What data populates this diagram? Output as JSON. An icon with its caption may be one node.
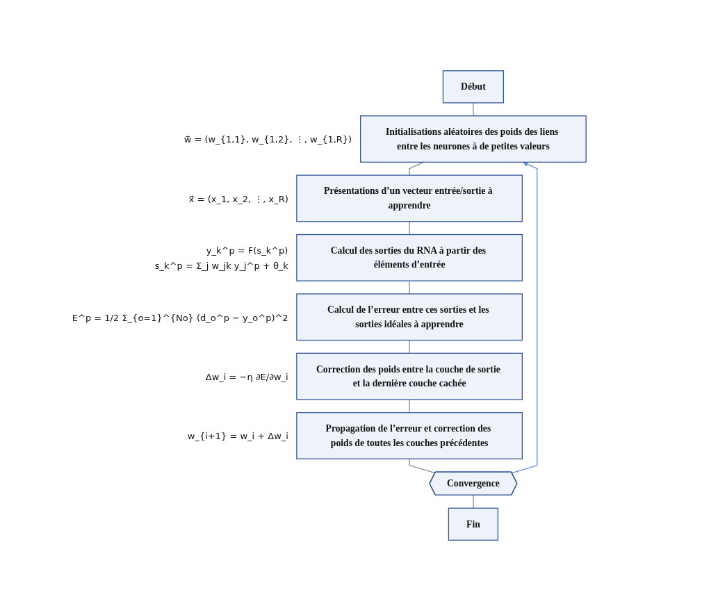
{
  "diagram": {
    "nodes": [
      {
        "text": [
          "Début"
        ]
      },
      {
        "text": [
          "Initialisations aléatoires des poids des liens entre les neurones à de petites valeurs"
        ],
        "beside": [
          "w⃗ = (w_{1,1}, w_{1,2}, ⋮, w_{1,R})"
        ]
      },
      {
        "text": [
          "Présentations d’un vecteur entrée/sortie à apprendre"
        ],
        "beside": [
          "x⃗ = (x_1, x_2, ⋮, x_R)"
        ]
      },
      {
        "text": [
          "Calcul des sorties du RNA à partir des éléments d’entrée"
        ],
        "beside": [
          "y_k^p = F(s_k^p)",
          "s_k^p = Σ_j w_jk y_j^p + θ_k"
        ]
      },
      {
        "text": [
          "Calcul de l’erreur entre ces sorties et les sorties idéales à apprendre"
        ],
        "beside": [
          "E^p = 1/2 Σ_{o=1}^{No} (d_o^p − y_o^p)^2"
        ]
      },
      {
        "text": [
          "Correction des poids entre la couche de sortie et la dernière couche cachée"
        ],
        "beside": [
          "Δw_i = −η ∂E/∂w_i"
        ]
      },
      {
        "text": [
          "Propagation de l’erreur et correction des poids de toutes les couches précédentes"
        ],
        "beside": [
          "w_{i+1} = w_i + Δw_i"
        ]
      },
      {
        "text": [
          "Convergence"
        ]
      },
      {
        "text": [
          "Fin"
        ]
      }
    ],
    "edges": [
      {
        "from": 0,
        "to": 1,
        "arrow": "none"
      },
      {
        "from": 1,
        "to": 2,
        "arrow": "none"
      },
      {
        "from": 2,
        "to": 3,
        "arrow": "none"
      },
      {
        "from": 3,
        "to": 4,
        "arrow": "none"
      },
      {
        "from": 4,
        "to": 5,
        "arrow": "none"
      },
      {
        "from": 5,
        "to": 6,
        "arrow": "none"
      },
      {
        "from": 6,
        "to": 7,
        "arrow": "none"
      },
      {
        "from": 7,
        "to": 8,
        "arrow": "none"
      },
      {
        "from": 7,
        "to": 1,
        "arrow": "to",
        "color": "#5b8ad6"
      }
    ]
  }
}
